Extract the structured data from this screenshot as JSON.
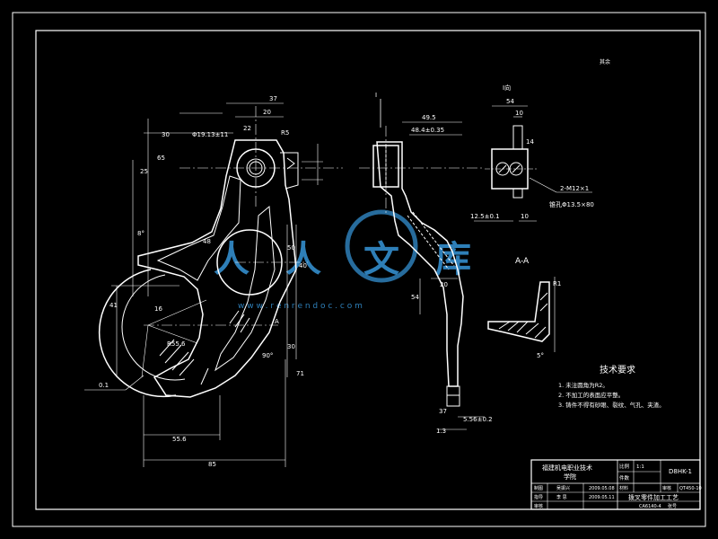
{
  "colors": {
    "background": "#000000",
    "lines": "#ffffff",
    "watermark": "#2e7fb8"
  },
  "top_right_note": "其余",
  "dimensions": {
    "d_37": "37",
    "d_20": "20",
    "d_22": "22",
    "d_r5": "R5",
    "d_30": "30",
    "d_65": "65",
    "d_25": "25",
    "d_hole": "Φ19.13±11",
    "d_48": "48",
    "d_8": "8°",
    "d_41": "41",
    "d_16": "16",
    "d_r55": "R55.6",
    "d_556": "55.6",
    "d_85": "85",
    "d_90": "90°",
    "d_71": "71",
    "d_30b": "30",
    "d_50": "50",
    "d_40": "40",
    "d_tol": "0.1",
    "d_495": "49.5",
    "d_4840": "48.4±0.35",
    "d_20b": "20",
    "d_54": "54",
    "d_37b": "37",
    "d_13": "1.3",
    "d_556b": "5.56±0.2",
    "d_14": "14",
    "d_10": "10",
    "d_125": "12.5±0.1",
    "d_10b": "10",
    "d_m12": "2-M12×1",
    "d_hole2": "锥孔Φ13.5×80",
    "d_5": "5°",
    "d_r": "R1",
    "label_i": "I",
    "label_aa": "A-A",
    "label_a": "A"
  },
  "section_label": "A-A",
  "view_label": "I向",
  "watermark": {
    "chars": [
      "人",
      "人",
      "文",
      "库"
    ],
    "url": "w w w . r e n r e n d o c . c o m"
  },
  "requirements": {
    "title": "技术要求",
    "items": [
      "1. 未注圆角为R2。",
      "2. 不加工的表面应平整。",
      "3. 铸件不得有砂眼、裂纹、气孔、夹渣。"
    ]
  },
  "title_block": {
    "school": "福建机电职业技术",
    "school_sub": "学院",
    "scale_label": "比例",
    "scale_value": "1:1",
    "code": "D8HK-1",
    "qty_label": "件数",
    "designer_label": "制图",
    "designer_name": "吴振兴",
    "design_date": "2009.05.08",
    "checker_label": "指导",
    "checker_name": "李 思",
    "check_date": "2009.05.11",
    "approve_label": "审核",
    "material_label": "材料",
    "material_value": "QT450-10",
    "part_name": "拨叉零件加工工艺",
    "part_code": "CA6140-4",
    "sheet_label": "张号",
    "row3_label": "审核"
  }
}
